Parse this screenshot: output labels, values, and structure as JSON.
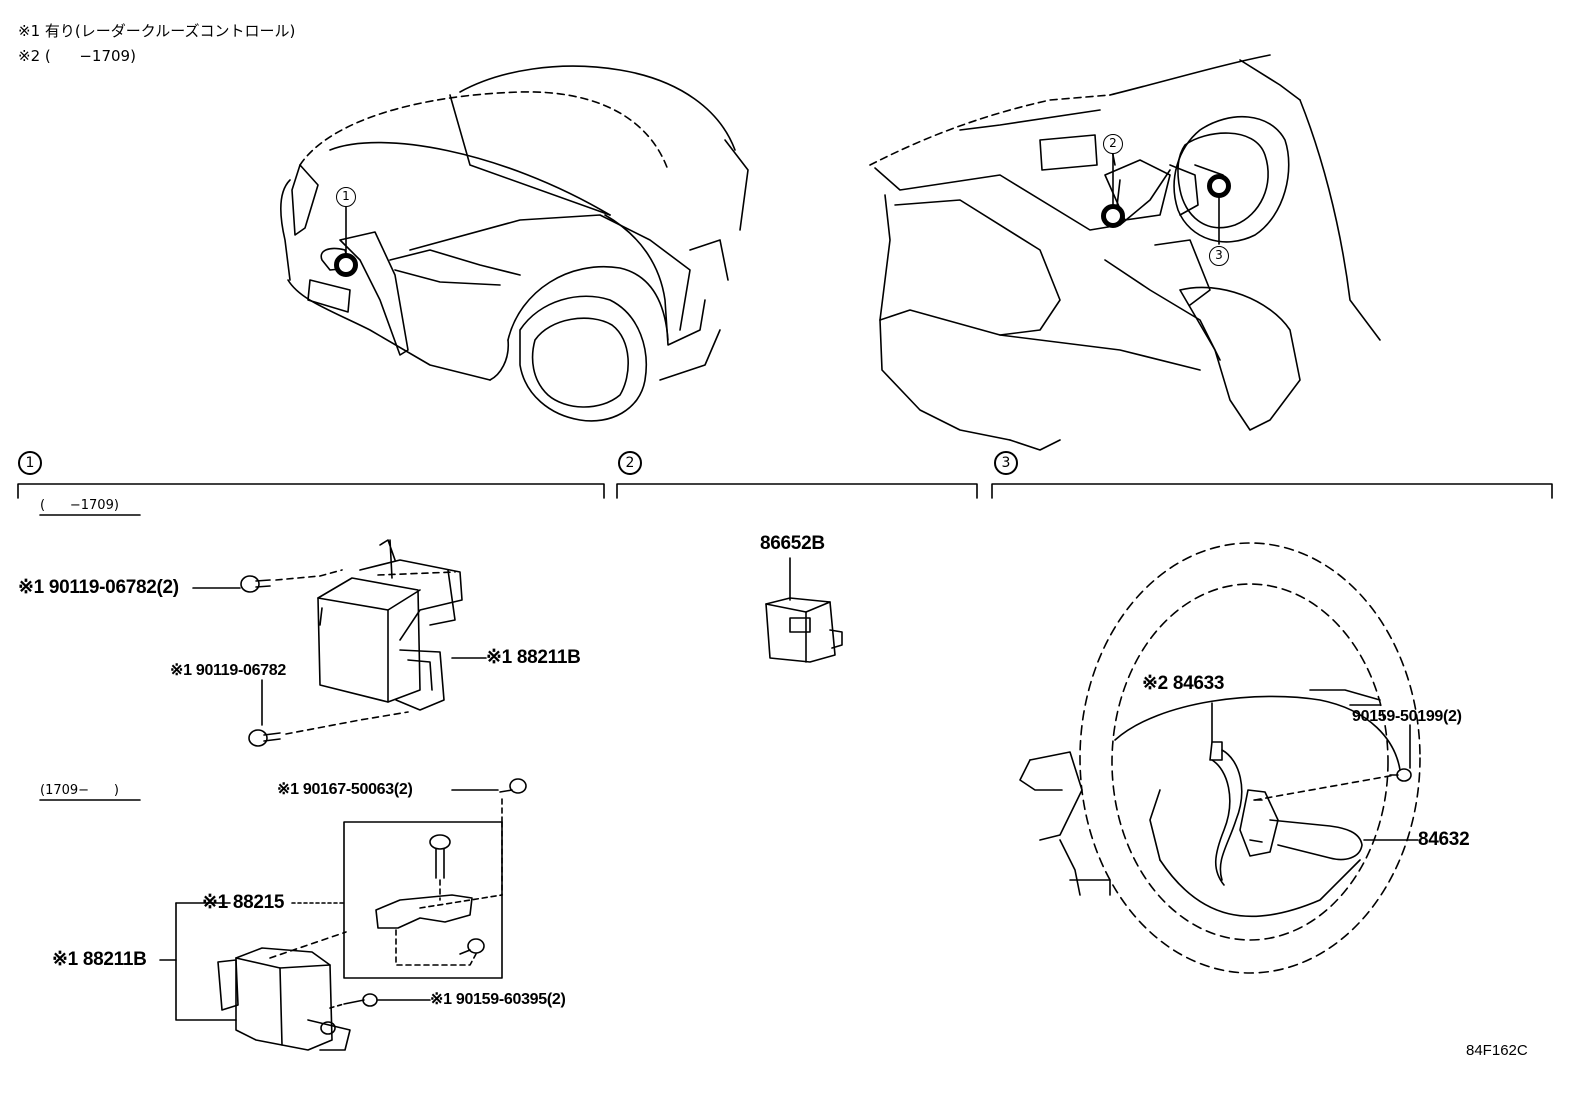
{
  "notes": {
    "note1": "※1 有り(レーダークルーズコントロール)",
    "note2": "※2 (      −1709)"
  },
  "sections": [
    {
      "num": "1"
    },
    {
      "num": "2"
    },
    {
      "num": "3"
    }
  ],
  "overview_callouts": [
    "1",
    "2",
    "3"
  ],
  "section1": {
    "range_before": "(      −1709)",
    "range_after": "(1709−      )",
    "labels": {
      "bolt_a": "※1 90119-06782(2)",
      "bolt_b": "※1 90119-06782",
      "sensor_a": "※1 88211B",
      "bolt_c": "※1 90167-50063(2)",
      "bracket": "※1 88215",
      "sensor_b": "※1 88211B",
      "bolt_d": "※1 90159-60395(2)"
    }
  },
  "section2": {
    "labels": {
      "relay": "86652B"
    }
  },
  "section3": {
    "labels": {
      "harness": "※2 84633",
      "screw": "90159-50199(2)",
      "switch": "84632"
    }
  },
  "figure_code": "84F162C"
}
